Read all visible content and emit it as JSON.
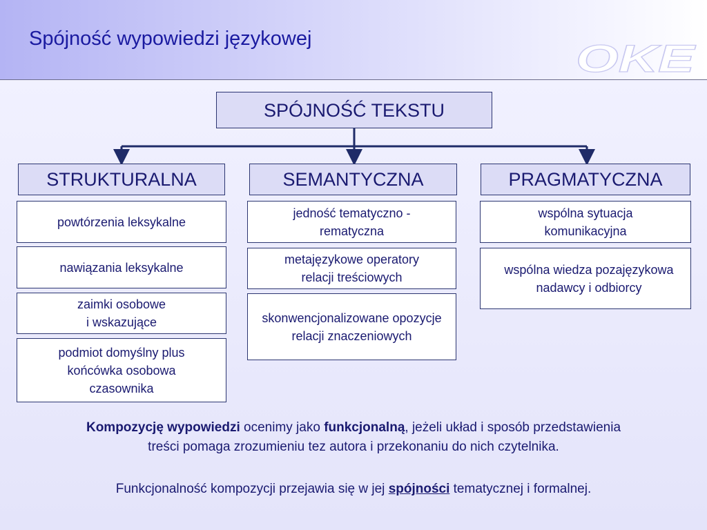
{
  "title": "Spójność wypowiedzi językowej",
  "logo": "OKE",
  "diagram": {
    "root": "SPÓJNOŚĆ TEKSTU",
    "columns": [
      {
        "heading": "STRUKTURALNA",
        "items": [
          "powtórzenia leksykalne",
          "nawiązania leksykalne",
          "zaimki osobowe\ni wskazujące",
          "podmiot domyślny plus końcówka osobowa czasownika"
        ]
      },
      {
        "heading": "SEMANTYCZNA",
        "items": [
          "jedność tematyczno - rematyczna",
          "metajęzykowe operatory relacji treściowych",
          "skonwencjonalizowane opozycje relacji znaczeniowych"
        ]
      },
      {
        "heading": "PRAGMATYCZNA",
        "items": [
          "wspólna sytuacja komunikacyjna",
          "wspólna wiedza pozajęzykowa nadawcy i odbiorcy"
        ]
      }
    ]
  },
  "paragraph1": {
    "bold1": "Kompozycję wypowiedzi",
    "text1": " ocenimy jako ",
    "bold2": "funkcjonalną",
    "text2": ", jeżeli układ i sposób przedstawienia",
    "line2": "treści pomaga zrozumieniu tez autora i przekonaniu do nich czytelnika."
  },
  "paragraph2": {
    "text1": "Funkcjonalność kompozycji przejawia się w jej ",
    "underlined": "spójności",
    "text2": " tematycznej i formalnej."
  },
  "colors": {
    "text": "#1a1a70",
    "title": "#1a1aa0",
    "border": "#2b3570",
    "box_fill": "#dcdcf6",
    "logo": "#ffffff"
  }
}
